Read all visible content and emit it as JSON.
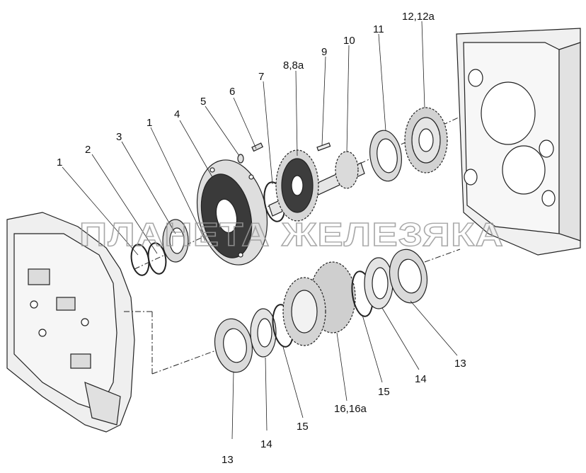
{
  "watermark": "ПЛАНЕТА ЖЕЛЕЗЯКА",
  "callouts": [
    "1",
    "2",
    "3",
    "1",
    "4",
    "5",
    "6",
    "7",
    "8,8а",
    "9",
    "10",
    "11",
    "12,12а",
    "13",
    "14",
    "15",
    "16,16а",
    "15",
    "14",
    "13"
  ],
  "colors": {
    "line": "#222222",
    "part_fill": "#e8e8e8",
    "dark_fill": "#3a3a3a",
    "watermark": "#9a9a9a"
  }
}
